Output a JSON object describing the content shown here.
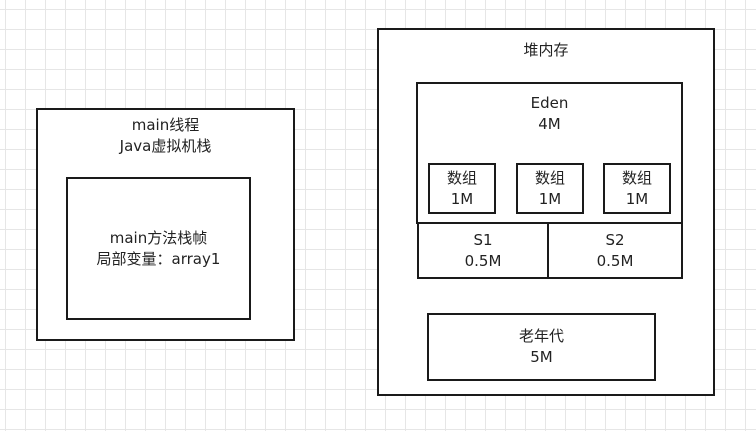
{
  "stack": {
    "title_line1": "main线程",
    "title_line2": "Java虚拟机栈",
    "frame": {
      "line1": "main方法栈帧",
      "line2": "局部变量：array1"
    }
  },
  "heap": {
    "title": "堆内存",
    "eden": {
      "name": "Eden",
      "size": "4M",
      "arrays": [
        {
          "name": "数组",
          "size": "1M"
        },
        {
          "name": "数组",
          "size": "1M"
        },
        {
          "name": "数组",
          "size": "1M"
        }
      ]
    },
    "s1": {
      "name": "S1",
      "size": "0.5M"
    },
    "s2": {
      "name": "S2",
      "size": "0.5M"
    },
    "old": {
      "name": "老年代",
      "size": "5M"
    }
  }
}
